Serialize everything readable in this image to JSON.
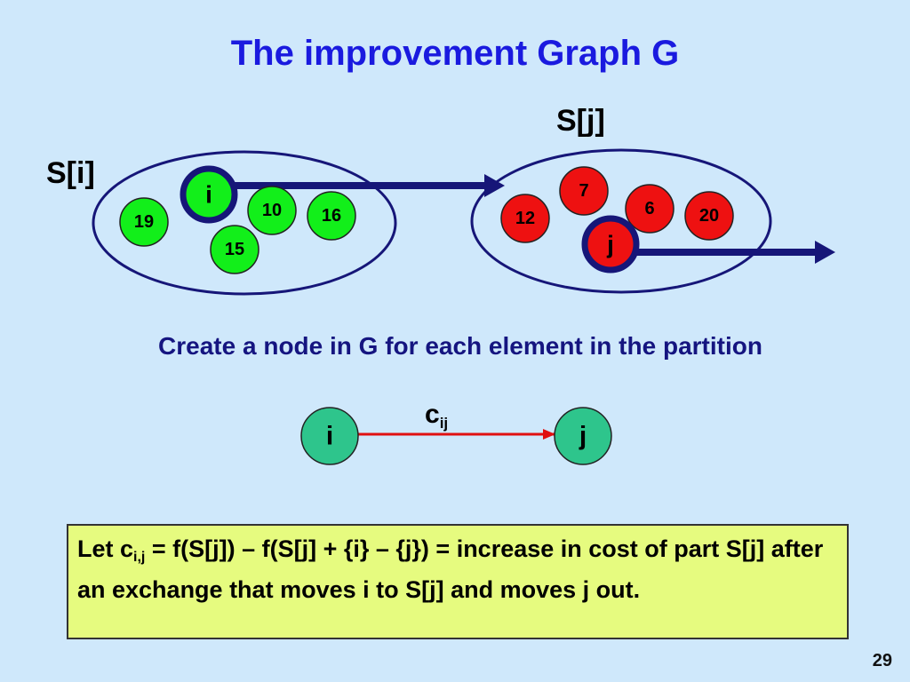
{
  "title": "The improvement Graph G",
  "labels": {
    "si": "S[i]",
    "sj": "S[j]"
  },
  "partition_i": {
    "highlight": "i",
    "nodes": [
      "19",
      "10",
      "16",
      "15"
    ]
  },
  "partition_j": {
    "highlight": "j",
    "nodes": [
      "7",
      "6",
      "12",
      "20"
    ]
  },
  "caption": "Create a node in G for each element in the partition",
  "graph": {
    "from": "i",
    "to": "j",
    "edge_label_main": "c",
    "edge_label_sub": "ij"
  },
  "infobox": {
    "prefix": "Let c",
    "sub": "i,j",
    "rest": " = f(S[j]) – f(S[j] + {i} – {j}) = increase in cost of part S[j] after an exchange that moves i to S[j] and moves j out."
  },
  "page_number": "29",
  "colors": {
    "background": "#cfe8fb",
    "title": "#1a1adf",
    "green_node": "#12ef1a",
    "red_node": "#ee1111",
    "highlight_border": "#161678",
    "teal_node": "#2ec58c",
    "edge": "#e01010",
    "box": "#e6fb7f"
  }
}
